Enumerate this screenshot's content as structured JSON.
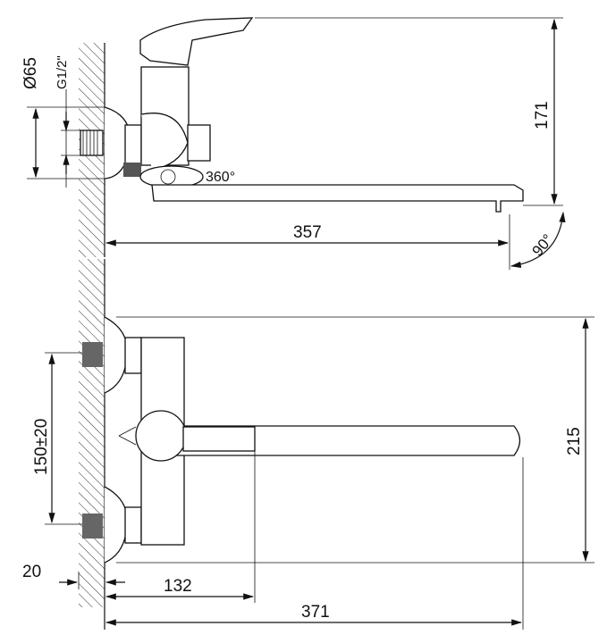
{
  "title": "Wall-mounted bath mixer with long swivel spout - dimension drawing",
  "side_view": {
    "diameter_label": "Ø65",
    "thread_label": "G1/2\"",
    "height_label": "171",
    "rotation_label": "360°",
    "reach_label": "357",
    "angle_label": "90°"
  },
  "front_view": {
    "center_distance_label": "150±20",
    "height_label": "215",
    "wall_offset_label": "20",
    "lever_length_label": "132",
    "total_reach_label": "371"
  }
}
